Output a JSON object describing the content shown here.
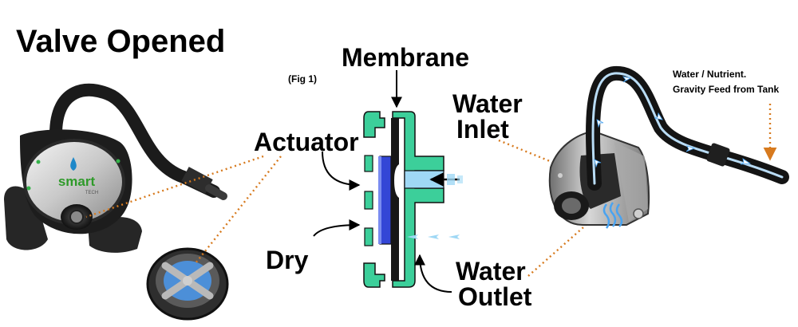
{
  "title": "Valve Opened",
  "figure_ref": "(Fig 1)",
  "labels": {
    "membrane": "Membrane",
    "water_inlet_1": "Water",
    "water_inlet_2": "Inlet",
    "actuator": "Actuator",
    "dry": "Dry",
    "water_outlet_1": "Water",
    "water_outlet_2": "Outlet",
    "tank_1": "Water / Nutrient.",
    "tank_2": "Gravity Feed from Tank"
  },
  "device_logo": {
    "brand": "smart",
    "sub": "TECH"
  },
  "colors": {
    "valve_body": "#3ccf9a",
    "membrane": "#1a1a1a",
    "actuator": "#3346d6",
    "water": "#9fd8f5",
    "leader_line": "#d77a1e",
    "water_flow": "#4aa3f0"
  }
}
